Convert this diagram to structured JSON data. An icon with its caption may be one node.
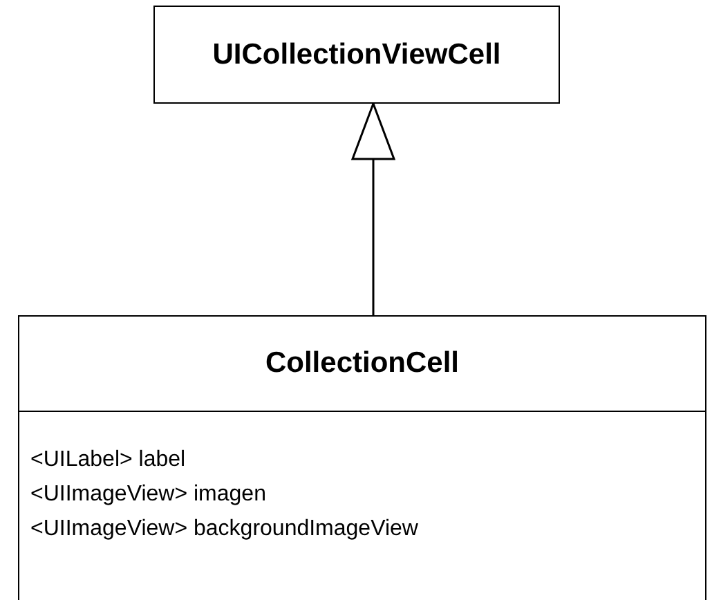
{
  "diagram": {
    "nodes": [
      {
        "text": [
          "UICollectionViewCell"
        ]
      },
      {
        "text": [
          "CollectionCell",
          "<UILabel> label",
          "<UIImageView> imagen",
          "<UIImageView> backgroundImageView"
        ]
      }
    ],
    "edges": [
      {
        "from": 1,
        "to": 0,
        "arrow": "to"
      }
    ]
  }
}
